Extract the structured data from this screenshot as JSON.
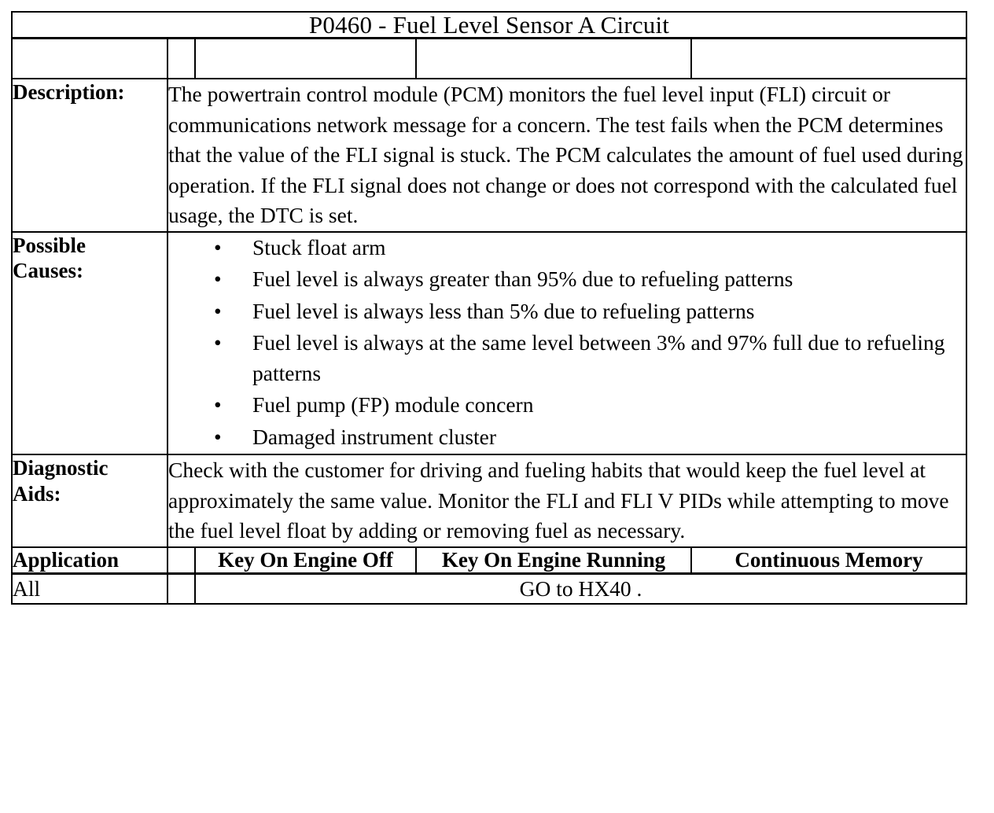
{
  "document": {
    "title": "P0460 - Fuel Level Sensor A Circuit",
    "bullet_glyph": "•"
  },
  "rows": {
    "description": {
      "label": "Description:",
      "text": "The powertrain control module (PCM) monitors the fuel level input (FLI) circuit or communications network message for a concern. The test fails when the PCM determines that the value of the FLI signal is stuck. The PCM calculates the amount of fuel used during operation. If the FLI signal does not change or does not correspond with the calculated fuel usage, the DTC is set."
    },
    "possible_causes": {
      "label": "Possible\nCauses:",
      "items": [
        "Stuck float arm",
        "Fuel level is always greater than 95% due to refueling patterns",
        "Fuel level is always less than 5% due to refueling patterns",
        "Fuel level is always at the same level between 3% and 97% full due to refueling patterns",
        "Fuel pump (FP) module concern",
        "Damaged instrument cluster"
      ]
    },
    "diagnostic_aids": {
      "label": "Diagnostic\nAids:",
      "text": "Check with the customer for driving and fueling habits that would keep the fuel level at approximately the same value. Monitor the FLI and FLI V PIDs while attempting to move the fuel level float by adding or removing fuel as necessary."
    },
    "application_header": {
      "label": "Application",
      "spacer": "",
      "key_on_engine_off": "Key On Engine Off",
      "key_on_engine_running": "Key On Engine Running",
      "continuous_memory": "Continuous Memory"
    },
    "application_row": {
      "application": "All",
      "spacer": "",
      "action": "GO to HX40 ."
    }
  },
  "colors": {
    "border": "#000000",
    "text": "#000000",
    "background": "#ffffff"
  }
}
